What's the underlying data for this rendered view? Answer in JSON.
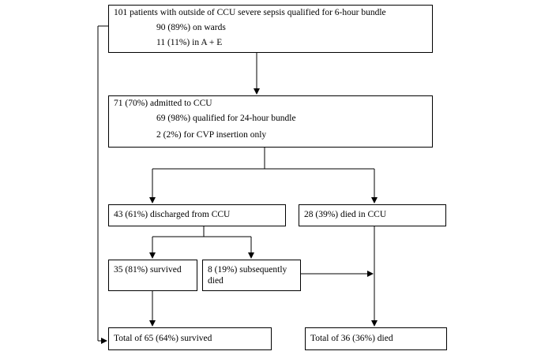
{
  "flowchart": {
    "start": {
      "title": "101 patients with outside of CCU severe sepsis qualified for 6-hour bundle",
      "line1": "90 (89%) on wards",
      "line2": "11 (11%) in A + E"
    },
    "admitted": {
      "title": "71 (70%) admitted to CCU",
      "line1": "69 (98%) qualified for 24-hour bundle",
      "line2": "2 (2%) for CVP insertion only"
    },
    "discharged": {
      "title": "43 (61%) discharged from CCU"
    },
    "died_ccu": {
      "title": "28 (39%) died in CCU"
    },
    "survived": {
      "title": "35 (81%) survived"
    },
    "subsequently_died": {
      "title": "8 (19%) subsequently died"
    },
    "total_survived": {
      "title": "Total of 65 (64%) survived"
    },
    "total_died": {
      "title": "Total of 36 (36%) died"
    }
  }
}
